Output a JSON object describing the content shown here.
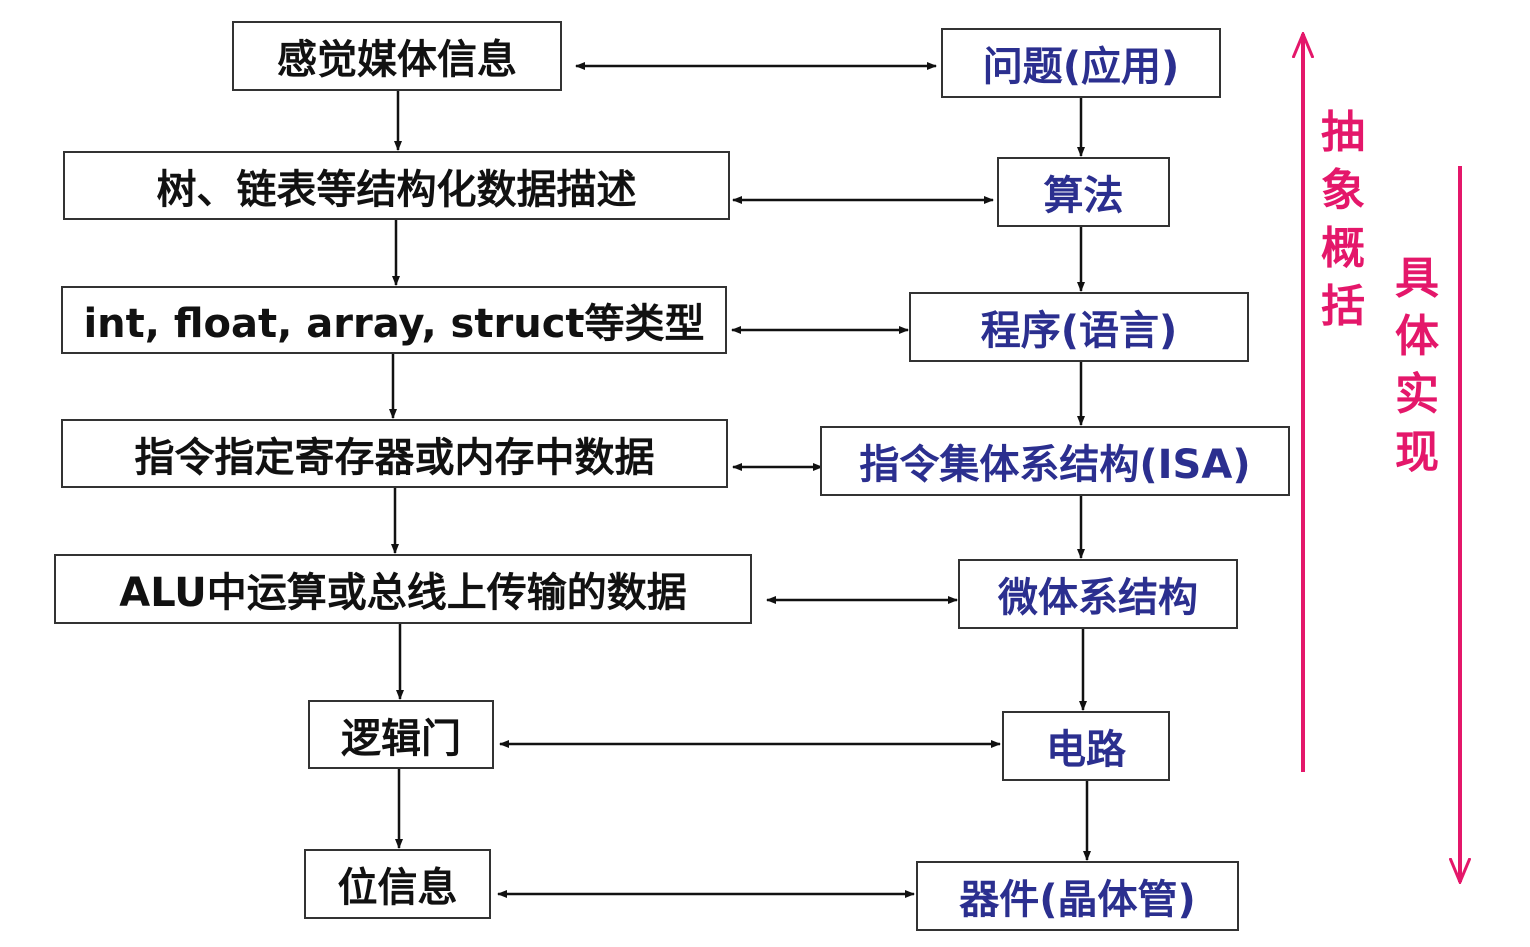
{
  "left_column": [
    "感觉媒体信息",
    "树、链表等结构化数据描述",
    "int, float, array, struct等类型",
    "指令指定寄存器或内存中数据",
    "ALU中运算或总线上传输的数据",
    "逻辑门",
    "位信息"
  ],
  "right_column": [
    "问题(应用)",
    "算法",
    "程序(语言)",
    "指令集体系结构(ISA)",
    "微体系结构",
    "电路",
    "器件(晶体管)"
  ],
  "side_labels": {
    "up": [
      "抽",
      "象",
      "概",
      "括"
    ],
    "down": [
      "具",
      "体",
      "实",
      "现"
    ]
  },
  "colors": {
    "left_text": "#111111",
    "right_text": "#2b2f8f",
    "side_arrow": "#e4176a"
  }
}
